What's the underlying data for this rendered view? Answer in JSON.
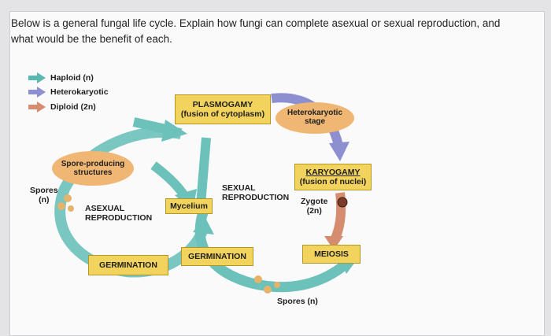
{
  "question": "Below is a general fungal life cycle. Explain how fungi can complete asexual or sexual reproduction, and what would be the benefit of each.",
  "legend": [
    {
      "label": "Haploid (n)",
      "color": "#5bb7b0"
    },
    {
      "label": "Heterokaryotic",
      "color": "#8d8fd0"
    },
    {
      "label": "Diploid (2n)",
      "color": "#d58c6f"
    }
  ],
  "labels": {
    "plasmogamy_title": "PLASMOGAMY",
    "plasmogamy_sub": "(fusion of cytoplasm)",
    "heterokaryotic_stage_1": "Heterokaryotic",
    "heterokaryotic_stage_2": "stage",
    "karyogamy_title": "KARYOGAMY",
    "karyogamy_sub": "(fusion of nuclei)",
    "spore_structures_1": "Spore-producing",
    "spore_structures_2": "structures",
    "spores_n_left_1": "Spores",
    "spores_n_left_2": "(n)",
    "asexual_1": "ASEXUAL",
    "asexual_2": "REPRODUCTION",
    "mycelium": "Mycelium",
    "sexual_1": "SEXUAL",
    "sexual_2": "REPRODUCTION",
    "zygote_1": "Zygote",
    "zygote_2": "(2n)",
    "germination_left": "GERMINATION",
    "germination_mid": "GERMINATION",
    "meiosis": "MEIOSIS",
    "spores_n_bottom": "Spores (n)"
  }
}
